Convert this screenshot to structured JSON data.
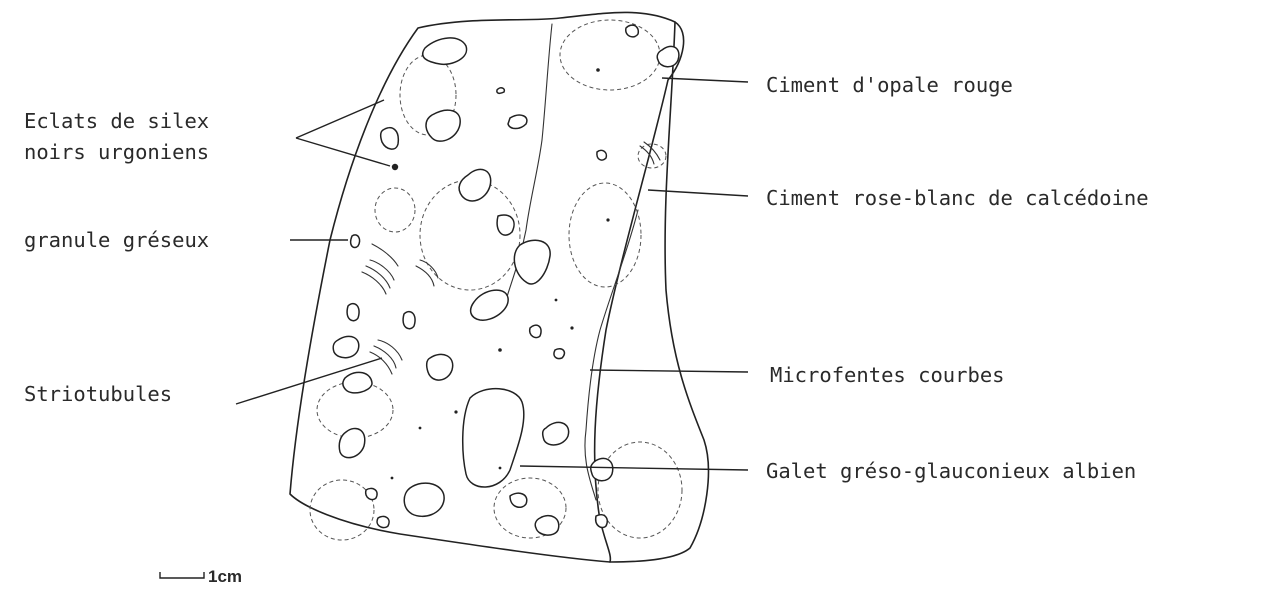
{
  "figure": {
    "labels": {
      "eclats": [
        "Eclats de silex",
        "noirs urgoniens"
      ],
      "granule": "granule gréseux",
      "striotubules": "Striotubules",
      "opale": "Ciment d'opale rouge",
      "calcedoine": "Ciment rose-blanc de calcédoine",
      "microfentes": "Microfentes courbes",
      "galet": "Galet gréso-glauconieux albien"
    },
    "scale_bar": {
      "label": "1cm"
    }
  }
}
